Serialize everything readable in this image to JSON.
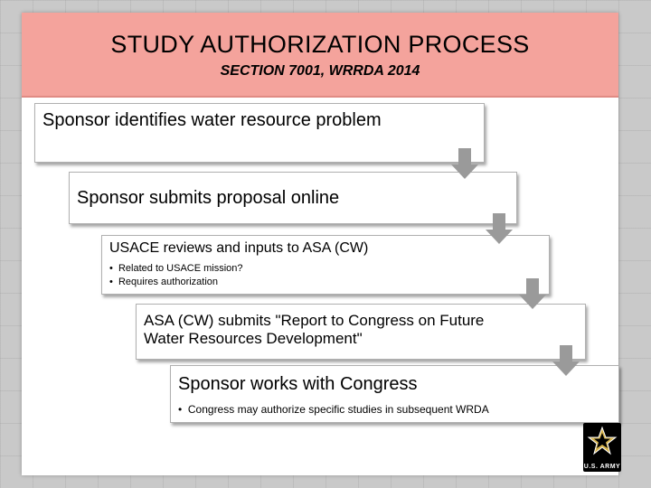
{
  "header": {
    "title": "STUDY AUTHORIZATION PROCESS",
    "subtitle": "SECTION 7001, WRRDA 2014"
  },
  "steps": [
    {
      "text": "Sponsor identifies water resource problem"
    },
    {
      "text": "Sponsor submits proposal online"
    },
    {
      "text": "USACE reviews and inputs to ASA (CW)",
      "bullets": [
        "Related to USACE mission?",
        "Requires authorization"
      ]
    },
    {
      "text": "ASA (CW) submits \"Report to Congress on Future Water Resources Development\""
    },
    {
      "text": "Sponsor works with Congress",
      "bullets": [
        "Congress may authorize specific studies in subsequent WRDA"
      ]
    }
  ],
  "logo": {
    "label": "U.S. ARMY",
    "icon": "army-star-icon"
  },
  "colors": {
    "header_bg": "#f4a39c",
    "arrow": "#9a9a9a",
    "logo_bg": "#000000",
    "logo_star": "#d6b34a"
  }
}
